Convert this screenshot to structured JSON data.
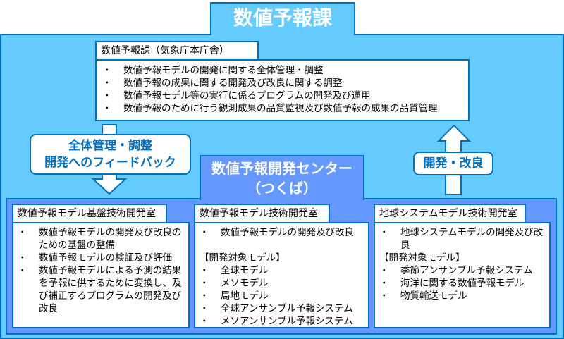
{
  "title": "数値予報課",
  "hq": {
    "header": "数値予報課（気象庁本庁舎）",
    "items": [
      "数値予報モデルの開発に関する全体管理・調整",
      "数値予報の成果に関する開発及び改良に関する調整",
      "数値予報モデル等の実行に係るプログラムの開発及び運用",
      "数値予報のために行う観測成果の品質監視及び数値予報の成果の品質管理"
    ]
  },
  "down_label": {
    "line1": "全体管理・調整",
    "line2": "開発へのフィードバック"
  },
  "up_label": "開発・改良",
  "center": {
    "line1": "数値予報開発センター",
    "line2": "（つくば）"
  },
  "labs": [
    {
      "header": "数値予報モデル基盤技術開発室",
      "items": [
        "数値予報モデルの開発及び改良のための基盤の整備",
        "数値予報モデルの検証及び評価",
        "数値予報モデルによる予測の結果を予報に供するために変換し、及び補正するプログラムの開発及び改良"
      ]
    },
    {
      "header": "数値予報モデル技術開発室",
      "items": [
        "数値予報モデルの開発及び改良"
      ],
      "models_title": "【開発対象モデル】",
      "models": [
        "全球モデル",
        "メソモデル",
        "局地モデル",
        "全球アンサンブル予報システム",
        "メソアンサンブル予報システム"
      ]
    },
    {
      "header": "地球システムモデル技術開発室",
      "items": [
        "地球システムモデルの開発及び改良"
      ],
      "models_title": "【開発対象モデル】",
      "models": [
        "季節アンサンブル予報システム",
        "海洋に関する数値予報モデル",
        "物質輸送モデル"
      ]
    }
  ],
  "colors": {
    "light_blue": "#66ccff",
    "medium_blue": "#6699ff",
    "border": "#0070c0"
  }
}
